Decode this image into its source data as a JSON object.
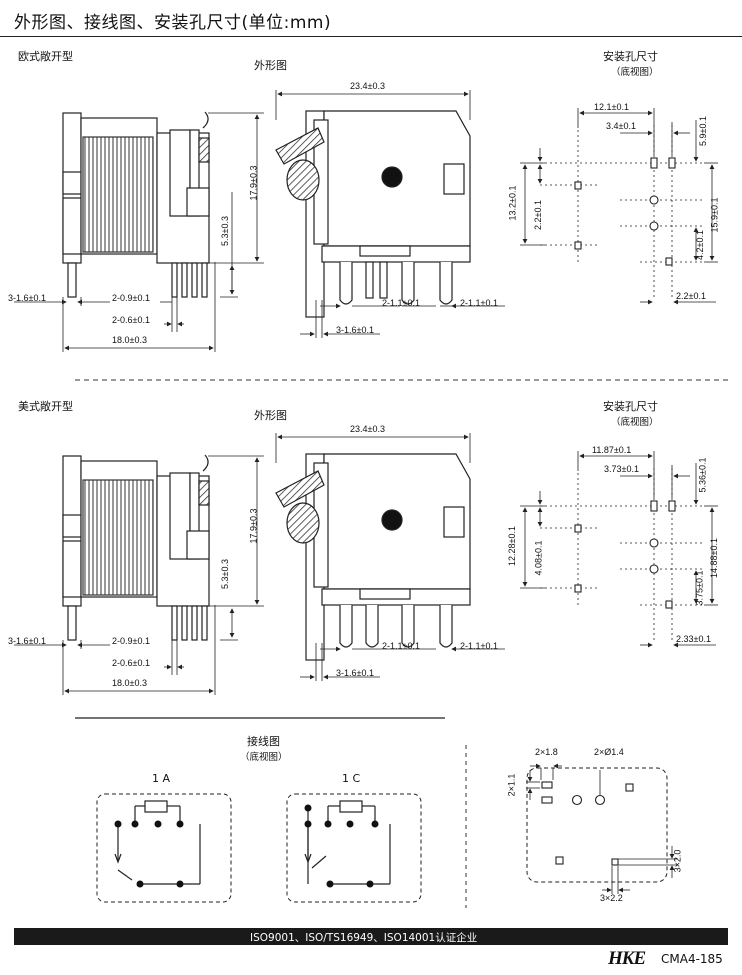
{
  "header": {
    "title": "外形图、接线图、安装孔尺寸(单位:mm)"
  },
  "sections": {
    "eu": {
      "title": "欧式敞开型",
      "outline_label": "外形图",
      "hole_title": "安装孔尺寸",
      "hole_sub": "（底视图）",
      "dims": {
        "width_top": "23.4±0.3",
        "height_side": "17.9±0.3",
        "pin_len": "5.3±0.3",
        "d_3_16": "3-1.6±0.1",
        "d_2_09": "2-0.9±0.1",
        "d_2_06": "2-0.6±0.1",
        "d_18": "18.0±0.3",
        "d_2_11a": "2-1.1±0.1",
        "d_2_11b": "2-1.1±0.1",
        "d_3_16b": "3-1.6±0.1",
        "h_121": "12.1±0.1",
        "h_34": "3.4±0.1",
        "h_59": "5.9±0.1",
        "h_132": "13.2±0.1",
        "h_22": "2.2±0.1",
        "h_159": "15.9±0.1",
        "h_42": "4.2±0.1",
        "h_22b": "2.2±0.1"
      }
    },
    "us": {
      "title": "美式敞开型",
      "outline_label": "外形图",
      "hole_title": "安装孔尺寸",
      "hole_sub": "（底视图）",
      "dims": {
        "width_top": "23.4±0.3",
        "height_side": "17.9±0.3",
        "pin_len": "5.3±0.3",
        "d_3_16": "3-1.6±0.1",
        "d_2_09": "2-0.9±0.1",
        "d_2_06": "2-0.6±0.1",
        "d_18": "18.0±0.3",
        "d_2_11a": "2-1.1±0.1",
        "d_2_11b": "2-1.1±0.1",
        "d_3_16b": "3-1.6±0.1",
        "h_1187": "11.87±0.1",
        "h_373": "3.73±0.1",
        "h_536": "5.36±0.1",
        "h_1228": "12.28±0.1",
        "h_408": "4.08±0.1",
        "h_1488": "14.88±0.1",
        "h_375": "3.75±0.1",
        "h_233": "2.33±0.1"
      }
    }
  },
  "wiring": {
    "title": "接线图",
    "sub": "（底视图）",
    "label_1a": "1 A",
    "label_1c": "1 C",
    "pcb": {
      "d_2x18": "2×1.8",
      "d_2xo14": "2×Ø1.4",
      "d_2x11": "2×1.1",
      "d_3x20": "3×2.0",
      "d_3x22": "3×2.2"
    }
  },
  "footer": {
    "cert": "ISO9001、ISO/TS16949、ISO14001认证企业"
  },
  "brand": {
    "logo": "HKE",
    "page": "CMA4-185"
  }
}
